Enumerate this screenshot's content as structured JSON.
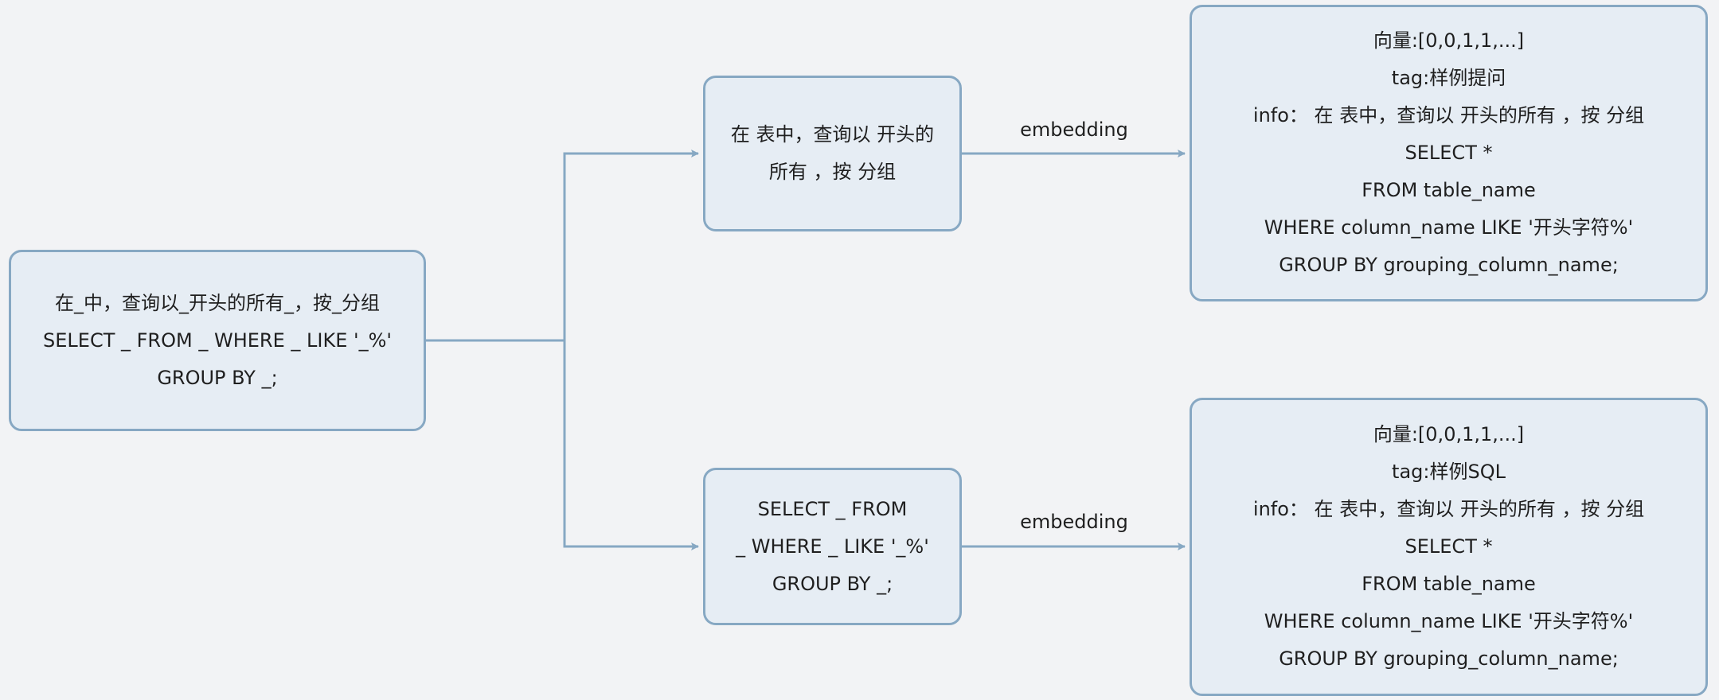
{
  "source_node": {
    "lines": [
      "在_中，查询以_开头的所有_，按_分组",
      "SELECT _ FROM _ WHERE _ LIKE '_%'",
      "GROUP BY _;"
    ]
  },
  "question_node": {
    "lines": [
      "在 表中，查询以 开头的",
      "所有 ，按 分组"
    ]
  },
  "sql_node": {
    "lines": [
      "SELECT _ FROM",
      "_ WHERE _ LIKE '_%'",
      "GROUP BY _;"
    ]
  },
  "vector_question_node": {
    "lines": [
      "向量:[0,0,1,1,...]",
      "tag:样例提问",
      "info： 在 表中，查询以 开头的所有 ，按 分组",
      "SELECT *",
      "FROM table_name",
      "WHERE column_name LIKE '开头字符%'",
      "GROUP BY grouping_column_name;"
    ]
  },
  "vector_sql_node": {
    "lines": [
      "向量:[0,0,1,1,...]",
      "tag:样例SQL",
      "info： 在 表中，查询以 开头的所有 ，按 分组",
      "SELECT *",
      "FROM table_name",
      "WHERE column_name LIKE '开头字符%'",
      "GROUP BY grouping_column_name;"
    ]
  },
  "edge_labels": {
    "top": "embedding",
    "bottom": "embedding"
  },
  "colors": {
    "background": "#f2f3f5",
    "node_fill": "#e6edf4",
    "node_border": "#87a8c3",
    "edge": "#87a8c3",
    "text": "#1f1f1f"
  }
}
